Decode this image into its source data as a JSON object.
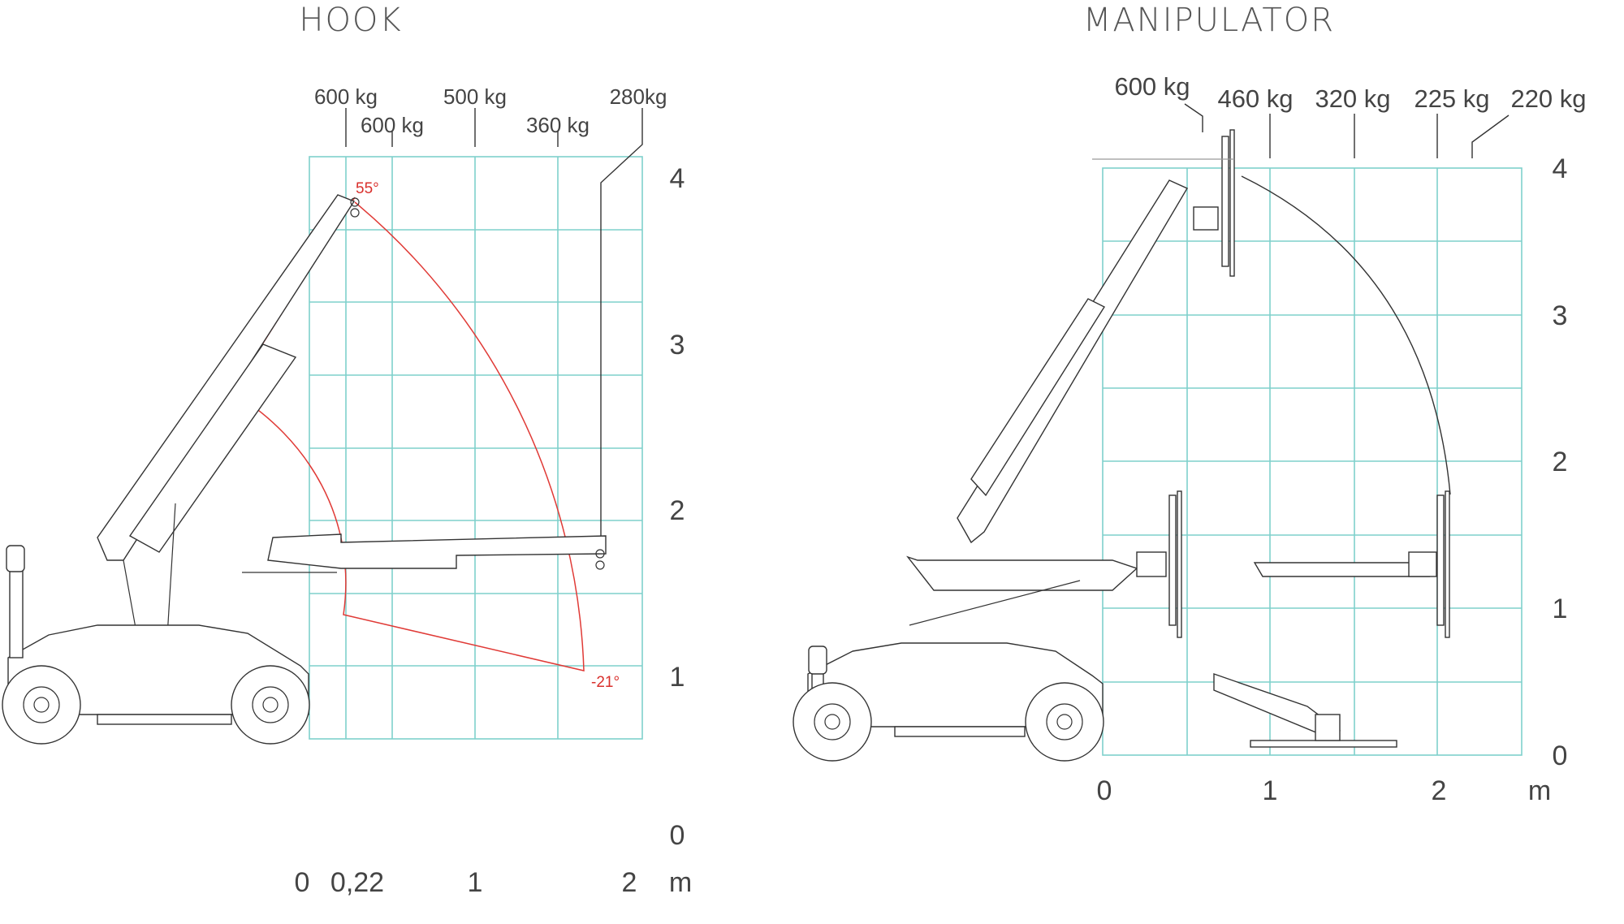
{
  "hook": {
    "title": "HOOK",
    "load_labels": [
      "600 kg",
      "600 kg",
      "500 kg",
      "360 kg",
      "280kg"
    ],
    "y_axis": [
      "4",
      "3",
      "2",
      "1",
      "0"
    ],
    "x_axis": [
      "0",
      "0,22",
      "1",
      "2",
      "m"
    ],
    "max_angle": "55°",
    "min_angle": "-21°"
  },
  "manipulator": {
    "title": "MANIPULATOR",
    "load_labels": [
      "600 kg",
      "460 kg",
      "320 kg",
      "225 kg",
      "220 kg"
    ],
    "y_axis": [
      "4",
      "3",
      "2",
      "1",
      "0"
    ],
    "x_axis": [
      "0",
      "1",
      "2",
      "m"
    ]
  },
  "colors": {
    "grid": "#7fd0cc",
    "envelope": "#e03a36",
    "lines": "#333333"
  }
}
